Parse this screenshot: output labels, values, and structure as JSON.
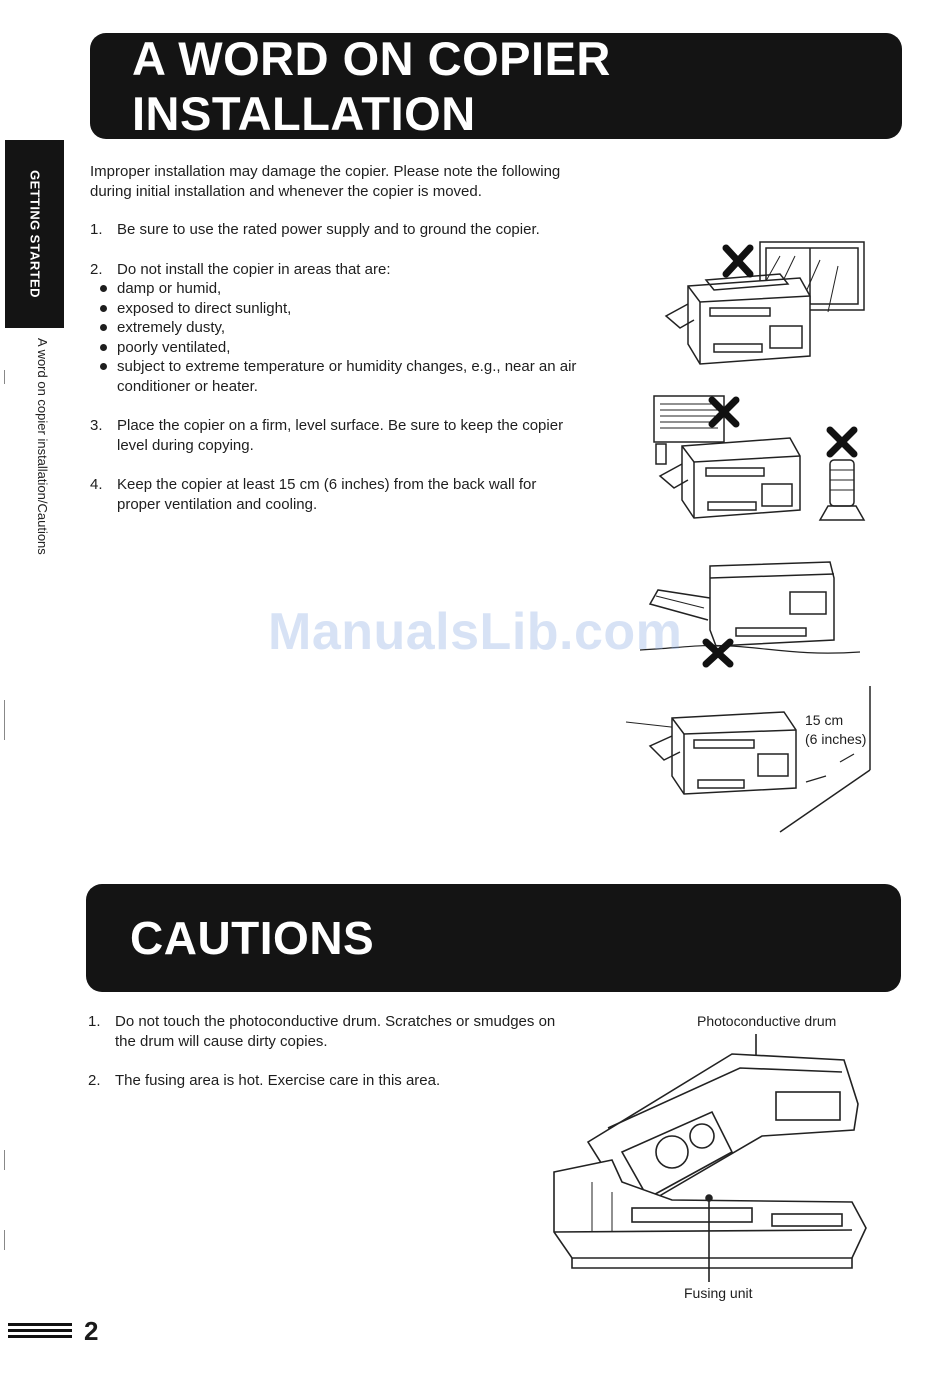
{
  "sidebar": {
    "tab_label": "GETTING STARTED",
    "section_label": "A word on copier installation/Cautions"
  },
  "installation": {
    "title": "A WORD ON COPIER INSTALLATION",
    "intro": "Improper installation may damage the copier. Please note the following during initial installation and whenever the copier is moved.",
    "items": [
      {
        "num": "1.",
        "text": "Be sure to use the rated power supply and to ground the copier."
      },
      {
        "num": "2.",
        "text": "Do not install the copier in areas that are:",
        "bullets": [
          "damp or humid,",
          "exposed to direct sunlight,",
          "extremely dusty,",
          "poorly ventilated,",
          "subject to extreme temperature or humidity changes, e.g., near an air conditioner or heater."
        ]
      },
      {
        "num": "3.",
        "text": "Place the copier on a firm, level surface. Be sure to keep the copier level during copying."
      },
      {
        "num": "4.",
        "text": "Keep the copier at least 15 cm (6 inches) from the back wall for proper ventilation and cooling."
      }
    ],
    "clearance_label_1": "15 cm",
    "clearance_label_2": "(6 inches)"
  },
  "watermark": "ManualsLib.com",
  "cautions": {
    "title": "CAUTIONS",
    "items": [
      {
        "num": "1.",
        "text": "Do not touch the photoconductive drum. Scratches or smudges on the drum will cause dirty copies."
      },
      {
        "num": "2.",
        "text": "The fusing area is hot. Exercise care in this area."
      }
    ],
    "drum_label": "Photoconductive drum",
    "fusing_label": "Fusing unit"
  },
  "page_number": "2"
}
